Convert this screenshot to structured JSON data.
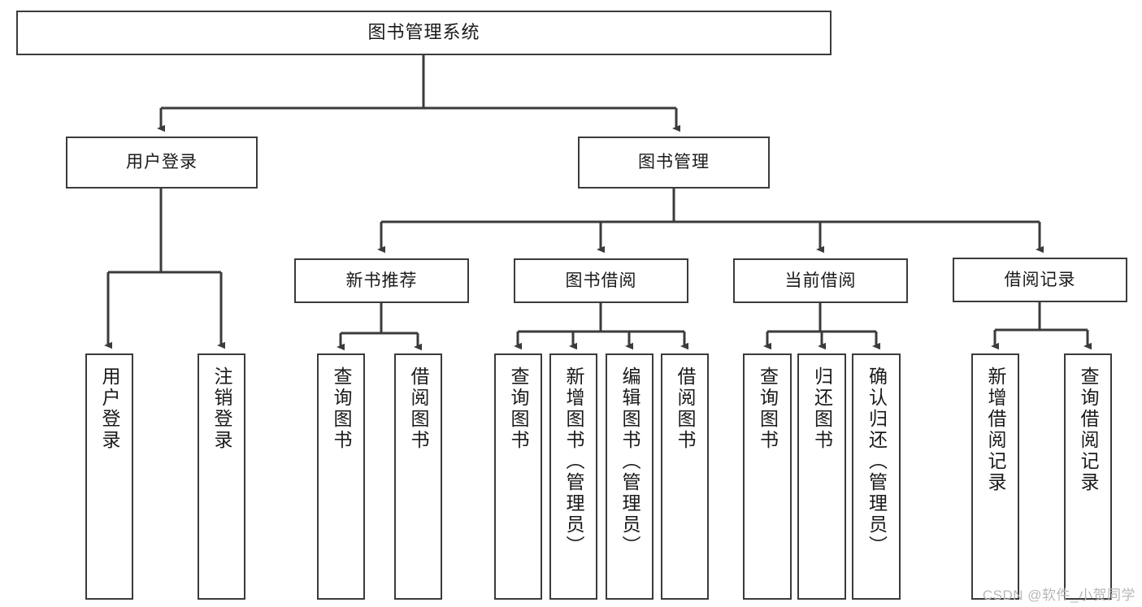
{
  "diagram": {
    "title": "图书管理系统",
    "type": "功能结构图",
    "colors": {
      "box_border": "#3b3b3b",
      "box_fill": "#ffffff",
      "connector": "#3b3b3b",
      "background": "#ffffff",
      "watermark": "#b7b7b7"
    },
    "watermark": "CSDN @软件_小贺同学",
    "levels": {
      "root": {
        "label": "图书管理系统"
      },
      "level2": [
        {
          "id": "user-login",
          "label": "用户登录"
        },
        {
          "id": "book-manage",
          "label": "图书管理"
        }
      ],
      "level3": [
        {
          "id": "new-book-rec",
          "label": "新书推荐",
          "parent": "book-manage"
        },
        {
          "id": "book-borrow",
          "label": "图书借阅",
          "parent": "book-manage"
        },
        {
          "id": "current-borrow",
          "label": "当前借阅",
          "parent": "book-manage"
        },
        {
          "id": "borrow-record",
          "label": "借阅记录",
          "parent": "book-manage"
        }
      ],
      "leaves": [
        {
          "id": "leaf-user-login",
          "label": "用户登录",
          "parent": "user-login"
        },
        {
          "id": "leaf-logout",
          "label": "注销登录",
          "parent": "user-login"
        },
        {
          "id": "leaf-query-book-1",
          "label": "查询图书",
          "parent": "new-book-rec"
        },
        {
          "id": "leaf-borrow-book-1",
          "label": "借阅图书",
          "parent": "new-book-rec"
        },
        {
          "id": "leaf-query-book-2",
          "label": "查询图书",
          "parent": "book-borrow"
        },
        {
          "id": "leaf-add-book",
          "label": "新增图书（管理员）",
          "parent": "book-borrow"
        },
        {
          "id": "leaf-edit-book",
          "label": "编辑图书（管理员）",
          "parent": "book-borrow"
        },
        {
          "id": "leaf-borrow-book-2",
          "label": "借阅图书",
          "parent": "book-borrow"
        },
        {
          "id": "leaf-query-book-3",
          "label": "查询图书",
          "parent": "current-borrow"
        },
        {
          "id": "leaf-return-book",
          "label": "归还图书",
          "parent": "current-borrow"
        },
        {
          "id": "leaf-confirm-return",
          "label": "确认归还（管理员）",
          "parent": "current-borrow"
        },
        {
          "id": "leaf-add-record",
          "label": "新增借阅记录",
          "parent": "borrow-record"
        },
        {
          "id": "leaf-query-record",
          "label": "查询借阅记录",
          "parent": "borrow-record"
        }
      ]
    }
  }
}
